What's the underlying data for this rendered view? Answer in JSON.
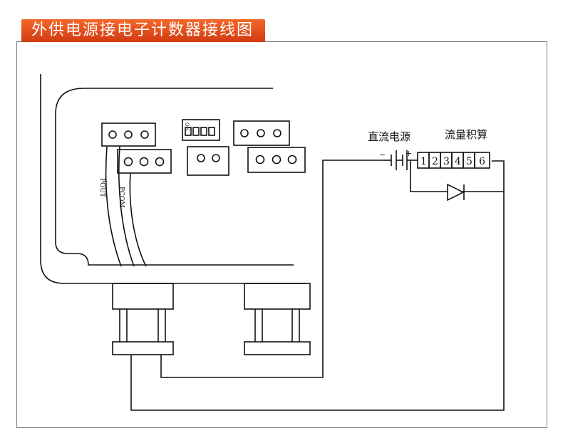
{
  "header": {
    "title": "外供电源接电子计数器接线图"
  },
  "diagram": {
    "power_supply_label": "直流电源",
    "flow_total_label": "流量积算",
    "terminal_numbers": [
      "1",
      "2",
      "3",
      "4",
      "5",
      "6"
    ],
    "wire_labels": [
      "POUT",
      "PCOM"
    ],
    "dip_switch_label": "ON",
    "polarity_minus": "−",
    "polarity_plus": "+"
  },
  "colors": {
    "banner": "#e4481c",
    "line": "#111111",
    "frame": "#7a7a7a"
  }
}
